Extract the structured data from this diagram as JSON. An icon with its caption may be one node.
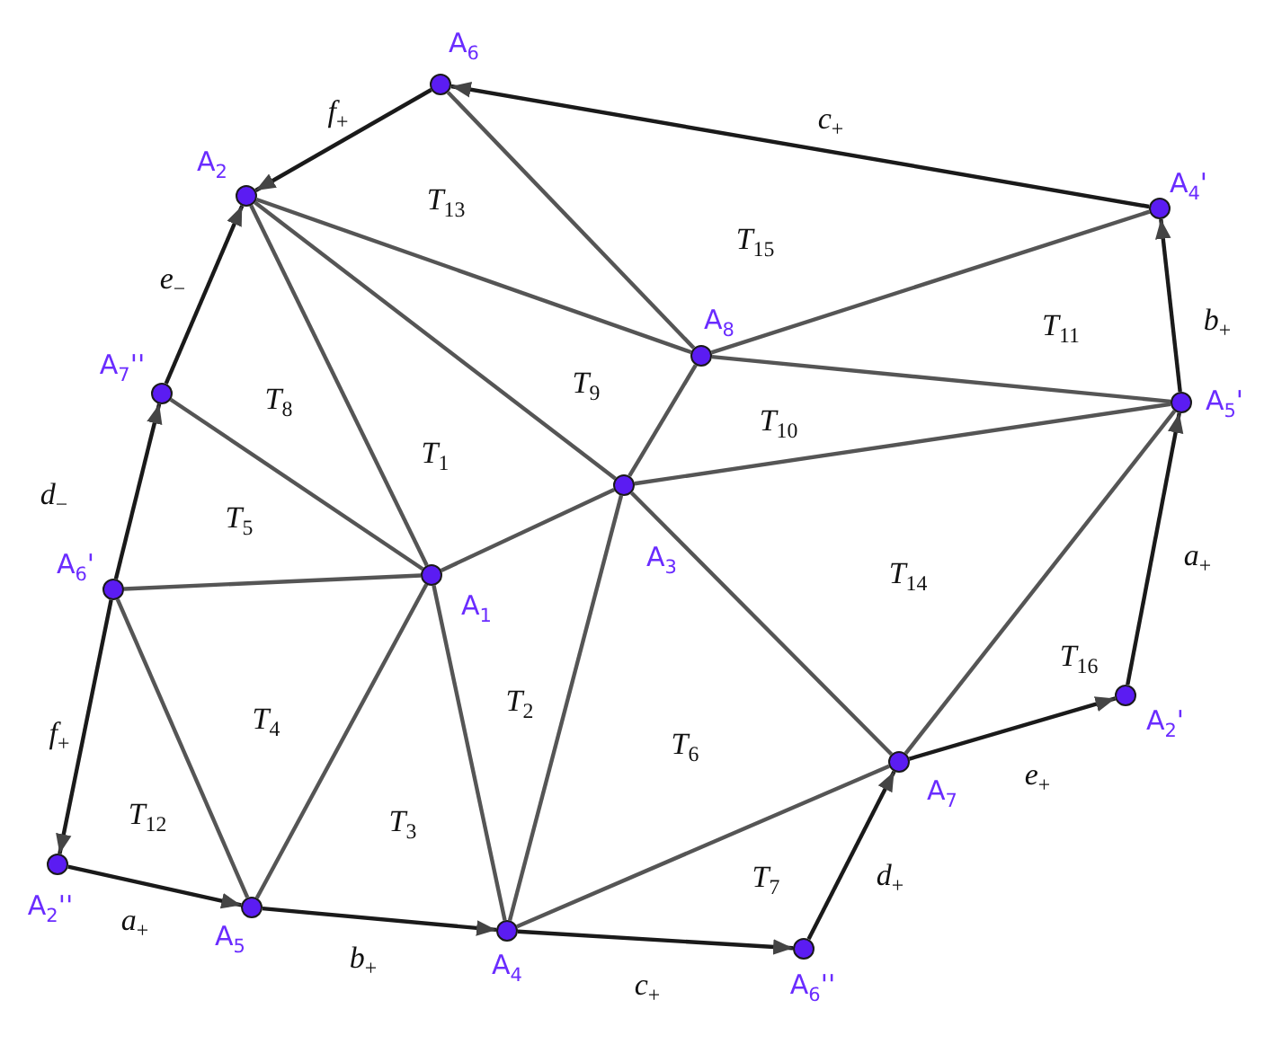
{
  "diagram": {
    "nodes": [
      {
        "text": [],
        "shape": "circle",
        "beside": [
          "A$_{6}$"
        ]
      },
      {
        "text": [],
        "shape": "circle",
        "beside": [
          "A$_{2}$"
        ]
      },
      {
        "text": [],
        "shape": "circle",
        "beside": [
          "A$_{4}$'"
        ]
      },
      {
        "text": [],
        "shape": "circle",
        "beside": [
          "A$_{8}$"
        ]
      },
      {
        "text": [],
        "shape": "circle",
        "beside": [
          "A$_{7}$''"
        ]
      },
      {
        "text": [],
        "shape": "circle",
        "beside": [
          "A$_{5}$'"
        ]
      },
      {
        "text": [],
        "shape": "circle",
        "beside": [
          "A$_{3}$"
        ]
      },
      {
        "text": [],
        "shape": "circle",
        "beside": [
          "A$_{1}$"
        ]
      },
      {
        "text": [],
        "shape": "circle",
        "beside": [
          "A$_{6}$'"
        ]
      },
      {
        "text": [],
        "shape": "circle",
        "beside": [
          "A$_{2}$'"
        ]
      },
      {
        "text": [],
        "shape": "circle",
        "beside": [
          "A$_{7}$"
        ]
      },
      {
        "text": [],
        "shape": "circle",
        "beside": [
          "A$_{2}$''"
        ]
      },
      {
        "text": [],
        "shape": "circle",
        "beside": [
          "A$_{5}$"
        ]
      },
      {
        "text": [],
        "shape": "circle",
        "beside": [
          "A$_{4}$"
        ]
      },
      {
        "text": [],
        "shape": "circle",
        "beside": [
          "A$_{6}$''"
        ]
      }
    ],
    "edges": [
      {
        "from": 2,
        "to": 0,
        "arrow": "to",
        "label": "c$_{+}$",
        "color": "#1a1a1a"
      },
      {
        "from": 0,
        "to": 1,
        "arrow": "to",
        "label": "f$_{+}$",
        "color": "#1a1a1a"
      },
      {
        "from": 4,
        "to": 1,
        "arrow": "to",
        "label": "e$_{−}$",
        "color": "#1a1a1a"
      },
      {
        "from": 8,
        "to": 4,
        "arrow": "to",
        "label": "d$_{−}$",
        "color": "#1a1a1a"
      },
      {
        "from": 8,
        "to": 11,
        "arrow": "to",
        "label": "f$_{+}$",
        "color": "#1a1a1a"
      },
      {
        "from": 11,
        "to": 12,
        "arrow": "to",
        "label": "a$_{+}$",
        "color": "#1a1a1a"
      },
      {
        "from": 12,
        "to": 13,
        "arrow": "to",
        "label": "b$_{+}$",
        "color": "#1a1a1a"
      },
      {
        "from": 13,
        "to": 14,
        "arrow": "to",
        "label": "c$_{+}$",
        "color": "#1a1a1a"
      },
      {
        "from": 14,
        "to": 10,
        "arrow": "to",
        "label": "d$_{+}$",
        "color": "#1a1a1a"
      },
      {
        "from": 10,
        "to": 9,
        "arrow": "to",
        "label": "e$_{+}$",
        "color": "#1a1a1a"
      },
      {
        "from": 9,
        "to": 5,
        "arrow": "to",
        "label": "a$_{+}$",
        "color": "#1a1a1a"
      },
      {
        "from": 5,
        "to": 2,
        "arrow": "to",
        "label": "b$_{+}$",
        "color": "#1a1a1a"
      },
      {
        "from": 1,
        "to": 3,
        "arrow": "none"
      },
      {
        "from": 1,
        "to": 6,
        "arrow": "none"
      },
      {
        "from": 1,
        "to": 7,
        "arrow": "none"
      },
      {
        "from": 0,
        "to": 3,
        "arrow": "none"
      },
      {
        "from": 3,
        "to": 2,
        "arrow": "none"
      },
      {
        "from": 3,
        "to": 5,
        "arrow": "none"
      },
      {
        "from": 3,
        "to": 6,
        "arrow": "none"
      },
      {
        "from": 6,
        "to": 5,
        "arrow": "none"
      },
      {
        "from": 6,
        "to": 7,
        "arrow": "none"
      },
      {
        "from": 6,
        "to": 13,
        "arrow": "none"
      },
      {
        "from": 6,
        "to": 10,
        "arrow": "none"
      },
      {
        "from": 10,
        "to": 5,
        "arrow": "none"
      },
      {
        "from": 4,
        "to": 7,
        "arrow": "none"
      },
      {
        "from": 8,
        "to": 7,
        "arrow": "none"
      },
      {
        "from": 8,
        "to": 12,
        "arrow": "none"
      },
      {
        "from": 7,
        "to": 12,
        "arrow": "none"
      },
      {
        "from": 7,
        "to": 13,
        "arrow": "none"
      },
      {
        "from": 13,
        "to": 10,
        "arrow": "none"
      }
    ],
    "labels": [
      "T$_{13}$",
      "T$_{15}$",
      "T$_{11}$",
      "T$_{9}$",
      "T$_{8}$",
      "T$_{10}$",
      "T$_{1}$",
      "T$_{5}$",
      "T$_{14}$",
      "T$_{16}$",
      "T$_{2}$",
      "T$_{4}$",
      "T$_{6}$",
      "T$_{12}$",
      "T$_{3}$",
      "T$_{7}$"
    ]
  }
}
